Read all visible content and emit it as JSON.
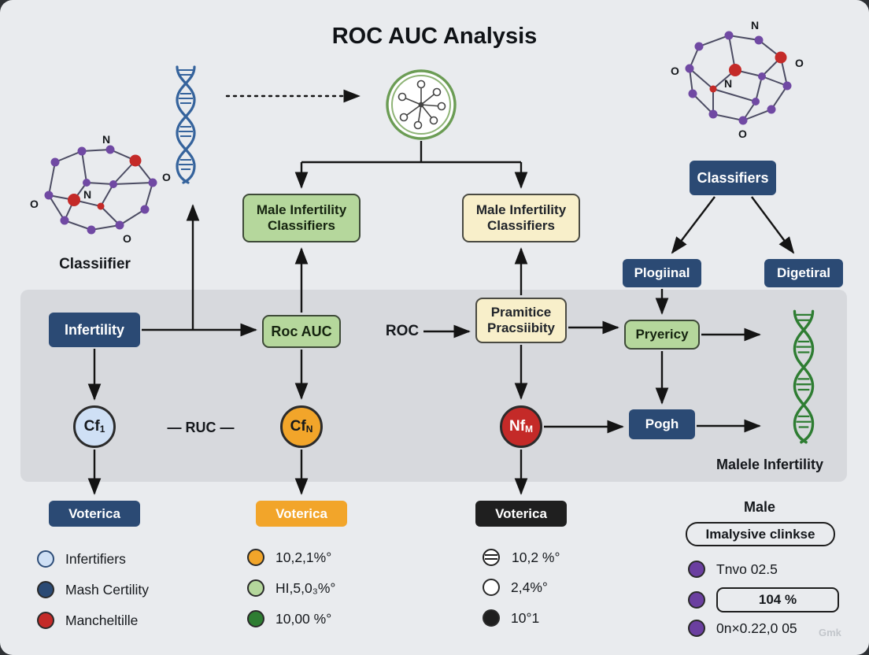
{
  "title": "ROC AUC Analysis",
  "watermark": "Gmk",
  "colors": {
    "navy": "#2b4a74",
    "green": "#b5d79c",
    "dark_green": "#2e7d32",
    "cream": "#f8efca",
    "orange": "#f2a52a",
    "red": "#c42a28",
    "light_blue": "#cfe0f5",
    "purple": "#6b3fa0",
    "black": "#1f1f1f"
  },
  "nodes": {
    "classifier_caption": "Classiifier",
    "green_classifiers": "Male Infertility Classifiers",
    "cream_classifiers": "Male Infertility Classifiers",
    "classifiers": "Classifiers",
    "plogiinal": "Plogiinal",
    "digetiral": "Digetiral",
    "infertility": "Infertility",
    "roc_auc": "Roc AUC",
    "roc_label": "ROC",
    "ruc_label": "— RUC —",
    "pramitice": "Pramitice Pracsiibity",
    "pryericy": "Pryericy",
    "pogh": "Pogh",
    "malele_caption": "Malele Infertility",
    "cf1": {
      "base": "Cf",
      "sub": "1"
    },
    "cfn": {
      "base": "Cf",
      "sub": "N"
    },
    "nfm": {
      "base": "Nf",
      "sub": "M"
    },
    "voterica_left": "Voterica",
    "voterica_center": "Voterica",
    "voterica_right": "Voterica"
  },
  "molecule_left": {
    "atoms": [
      "N",
      "O",
      "N",
      "O",
      "O"
    ]
  },
  "molecule_right": {
    "atoms": [
      "N",
      "O",
      "N",
      "O",
      "O"
    ]
  },
  "legend_left": {
    "items": [
      {
        "label": "Infertifiers"
      },
      {
        "label": "Mash Certility"
      },
      {
        "label": "Mancheltille"
      }
    ]
  },
  "legend_center": {
    "items": [
      {
        "label": "10,2,1%°"
      },
      {
        "label": "HI,5,0₃%°"
      },
      {
        "label": "10,00 %°"
      }
    ]
  },
  "legend_right": {
    "items": [
      {
        "label": "10,2 %°"
      },
      {
        "label": "2,4%°"
      },
      {
        "label": "10°1"
      }
    ]
  },
  "male_panel": {
    "title": "Male",
    "box_label": "Imalysive clinkse",
    "items": [
      {
        "label": "Tnvo 02.5"
      },
      {
        "label": "104 %"
      },
      {
        "label": "0n×0.22,0 05"
      }
    ]
  }
}
